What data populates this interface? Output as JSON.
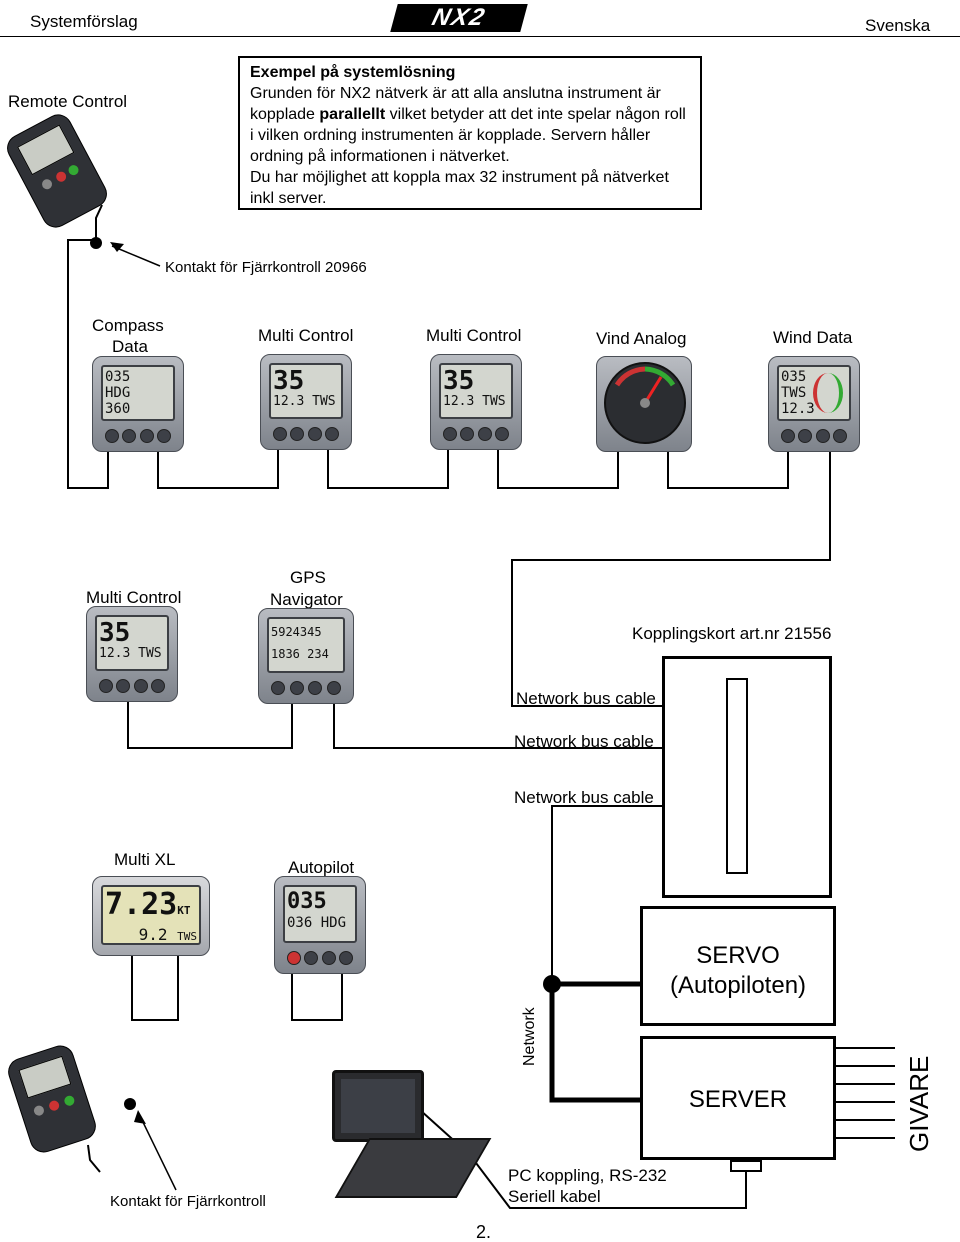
{
  "header": {
    "left": "Systemförslag",
    "logo": "NX2",
    "right": "Svenska"
  },
  "info": {
    "title": "Exempel på systemlösning",
    "text_pre": "Grunden för NX2 nätverk är att alla anslutna instrument är kopplade ",
    "text_bold": "parallellt",
    "text_post": " vilket betyder att det inte spelar någon roll i vilken ordning instrumenten är kopplade. Servern håller ordning på informationen i nätverket.",
    "text2": "Du har möjlighet att koppla max 32 instrument på nätverket inkl server."
  },
  "labels": {
    "remote_control": "Remote Control",
    "kontakt_top": "Kontakt för Fjärrkontroll 20966",
    "compass_data_1": "Compass",
    "compass_data_2": "Data",
    "multi_control_1": "Multi Control",
    "multi_control_2": "Multi Control",
    "vind_analog": "Vind Analog",
    "wind_data": "Wind Data",
    "multi_control_3": "Multi Control",
    "gps_1": "GPS",
    "gps_2": "Navigator",
    "kopplingskort": "Kopplingskort art.nr 21556",
    "bus1": "Network bus cable",
    "bus2": "Network bus cable",
    "bus3": "Network bus cable",
    "multi_xl": "Multi XL",
    "autopilot": "Autopilot",
    "servo_1": "SERVO",
    "servo_2": "(Autopiloten)",
    "network": "Network",
    "server": "SERVER",
    "givare": "GIVARE",
    "pc_1": "PC koppling, RS-232",
    "pc_2": "Seriell kabel",
    "kontakt_bottom": "Kontakt för Fjärrkontroll",
    "page_number": "2."
  },
  "displays": {
    "compass": {
      "l1": "035",
      "l2": "HDG",
      "l3": "360"
    },
    "multi1": {
      "big": "35",
      "small": "12.3",
      "unit": "TWS"
    },
    "multi2": {
      "big": "35",
      "small": "12.3",
      "unit": "TWS"
    },
    "wind": {
      "l1": "035",
      "l2": "TWS",
      "l3": "12.3"
    },
    "multi3": {
      "big": "35",
      "small": "12.3",
      "unit": "TWS"
    },
    "gps": {
      "l1": "5924345",
      "l2": "1836 234"
    },
    "xl": {
      "big": "7.23",
      "unit1": "KT",
      "small": "9.2",
      "unit2": "TWS"
    },
    "autopilot": {
      "l1": "035",
      "l2": "036",
      "unit": "HDG"
    }
  }
}
